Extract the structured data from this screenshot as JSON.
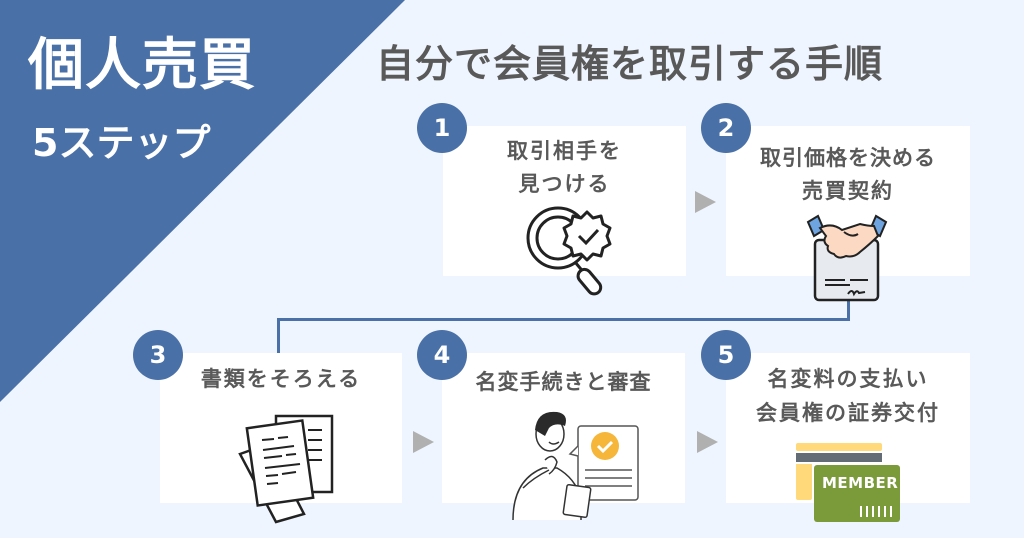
{
  "banner": {
    "title": "個人売買",
    "subtitle": "5ステップ"
  },
  "heading": "自分で会員権を取引する手順",
  "colors": {
    "accent": "#4a70a8",
    "background": "#eff5fe",
    "card": "#ffffff",
    "text": "#595959",
    "arrow": "#b0b0b0",
    "member_card": "#7b9a3a",
    "member_stripe": "#ffd97a",
    "check_badge": "#f5b63a"
  },
  "steps": [
    {
      "number": "1",
      "label_line1": "取引相手を",
      "label_line2": "見つける",
      "icon": "magnifier-check-icon"
    },
    {
      "number": "2",
      "label_line1": "取引価格を決める",
      "label_line2": "売買契約",
      "icon": "handshake-contract-icon"
    },
    {
      "number": "3",
      "label_line1": "書類をそろえる",
      "label_line2": "",
      "icon": "documents-icon"
    },
    {
      "number": "4",
      "label_line1": "名変手続きと審査",
      "label_line2": "",
      "icon": "person-review-icon"
    },
    {
      "number": "5",
      "label_line1": "名変料の支払い",
      "label_line2": "会員権の証券交付",
      "icon": "member-card-icon"
    }
  ],
  "member_card_text": "MEMBER"
}
